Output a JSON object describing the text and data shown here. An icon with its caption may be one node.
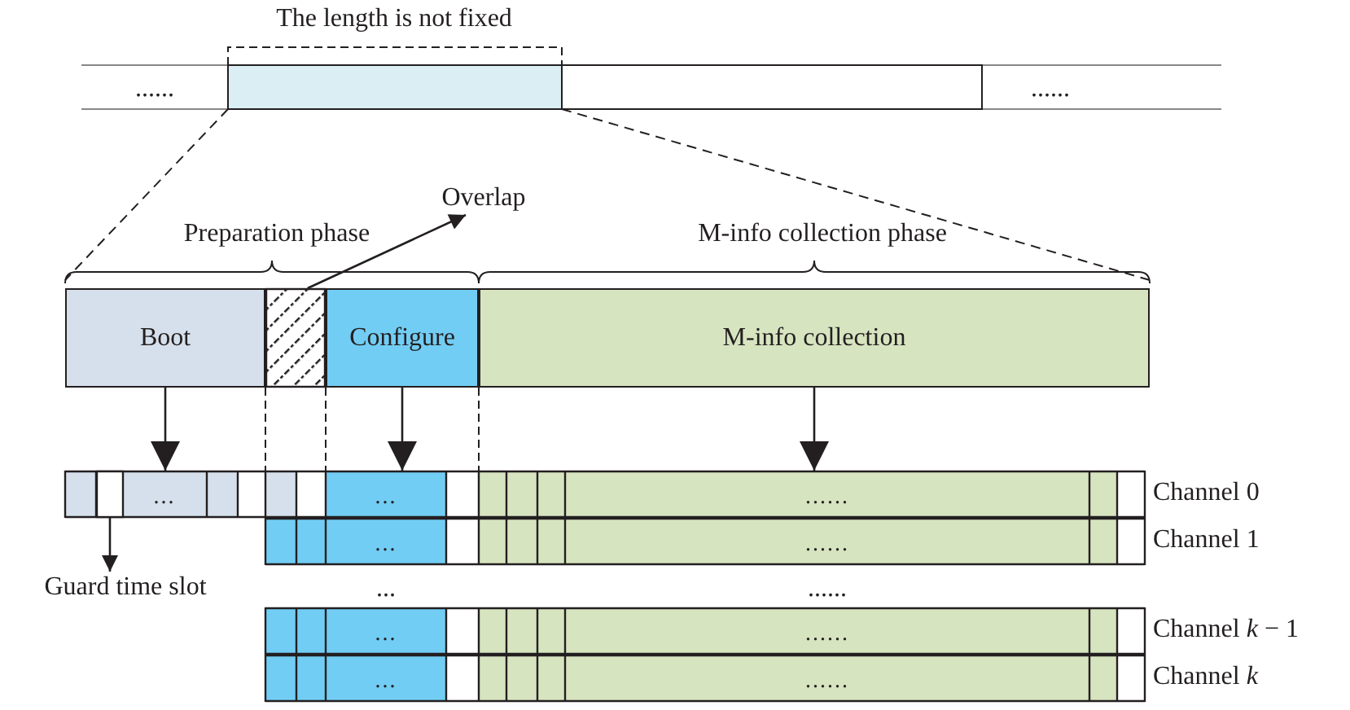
{
  "diagram": {
    "nodes": [
      {
        "text": [
          "Boot"
        ]
      },
      {
        "text": [],
        "shape": "box"
      },
      {
        "text": [
          "Configure"
        ]
      },
      {
        "text": [
          "M-info collection"
        ]
      },
      {
        "text": [
          "Overlap"
        ]
      },
      {
        "text": [],
        "shape": "box",
        "in": 7
      },
      {
        "text": [
          "Guard time slot"
        ]
      },
      {
        "text": [
          "...",
          "...",
          "......"
        ],
        "beside": [
          "Channel 0"
        ]
      },
      {
        "text": [
          "...",
          "......"
        ],
        "beside": [
          "Channel 1"
        ]
      },
      {
        "text": [
          "...",
          "......"
        ],
        "beside": [
          "Channel *k* − 1"
        ]
      },
      {
        "text": [
          "...",
          "......"
        ],
        "beside": [
          "Channel *k*"
        ]
      }
    ],
    "edges": [
      {
        "from": 1,
        "to": 4,
        "arrow": "to"
      },
      {
        "from": 0,
        "to": 7,
        "arrow": "to"
      },
      {
        "from": 2,
        "to": 7,
        "arrow": "to"
      },
      {
        "from": 3,
        "to": 7,
        "arrow": "to"
      },
      {
        "from": 5,
        "to": 6,
        "arrow": "to"
      }
    ],
    "labels": [
      "The length is not fixed",
      "......",
      "......",
      "Preparation phase",
      "M-info collection phase",
      "...",
      "......"
    ]
  }
}
